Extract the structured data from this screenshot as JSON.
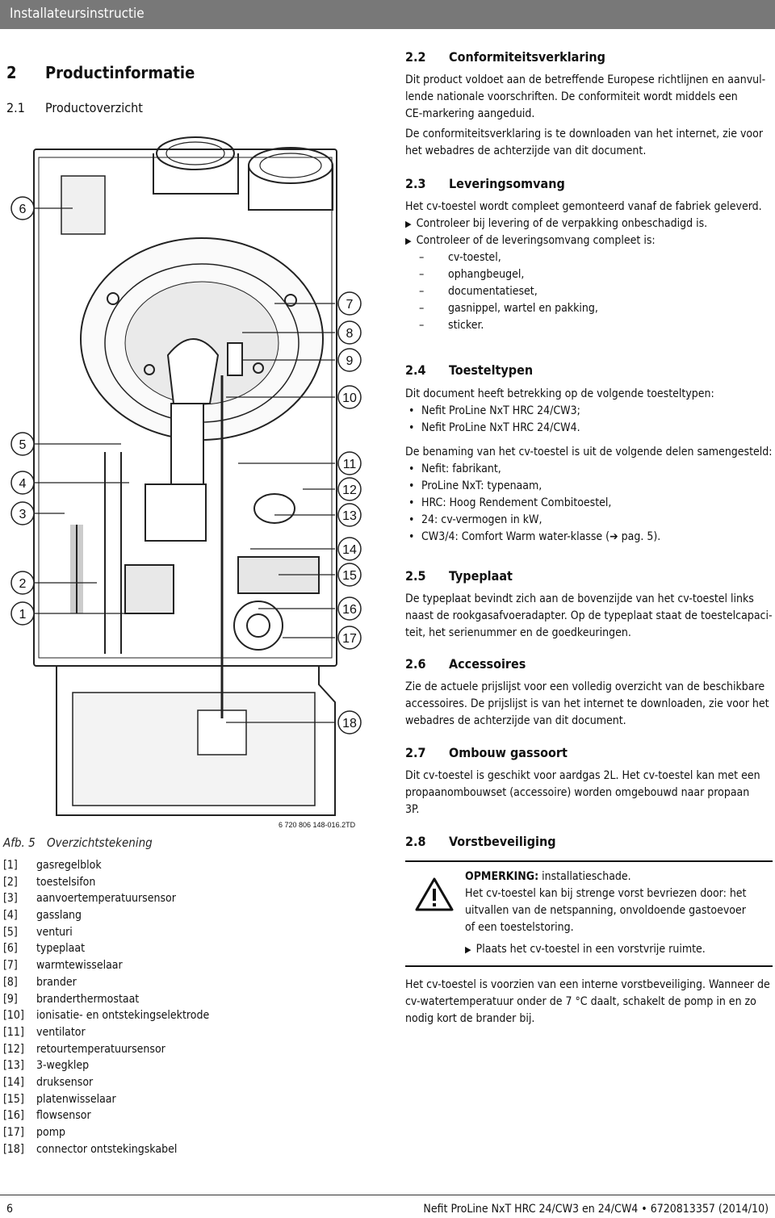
{
  "header": {
    "title": "Installateursinstructie"
  },
  "left": {
    "h1_num": "2",
    "h1_title": "Productinformatie",
    "h2_num": "2.1",
    "h2_title": "Productoverzicht",
    "figure": {
      "code": "6 720 806 148-016.2TD",
      "callouts_left": [
        "6",
        "5",
        "4",
        "3",
        "2",
        "1"
      ],
      "callouts_right": [
        "7",
        "8",
        "9",
        "10",
        "11",
        "12",
        "13",
        "14",
        "15",
        "16",
        "17",
        "18"
      ]
    },
    "caption_label": "Afb. 5",
    "caption_text": "Overzichtstekening",
    "legend": [
      {
        "n": "[1]",
        "t": "gasregelblok"
      },
      {
        "n": "[2]",
        "t": "toestelsifon"
      },
      {
        "n": "[3]",
        "t": "aanvoertemperatuursensor"
      },
      {
        "n": "[4]",
        "t": "gasslang"
      },
      {
        "n": "[5]",
        "t": "venturi"
      },
      {
        "n": "[6]",
        "t": "typeplaat"
      },
      {
        "n": "[7]",
        "t": "warmtewisselaar"
      },
      {
        "n": "[8]",
        "t": "brander"
      },
      {
        "n": "[9]",
        "t": "branderthermostaat"
      },
      {
        "n": "[10]",
        "t": "ionisatie- en ontstekingselektrode"
      },
      {
        "n": "[11]",
        "t": "ventilator"
      },
      {
        "n": "[12]",
        "t": "retourtemperatuursensor"
      },
      {
        "n": "[13]",
        "t": "3-wegklep"
      },
      {
        "n": "[14]",
        "t": "druksensor"
      },
      {
        "n": "[15]",
        "t": "platenwisselaar"
      },
      {
        "n": "[16]",
        "t": "flowsensor"
      },
      {
        "n": "[17]",
        "t": "pomp"
      },
      {
        "n": "[18]",
        "t": "connector ontstekingskabel"
      }
    ]
  },
  "s22": {
    "num": "2.2",
    "title": "Conformiteitsverklaring",
    "p1": [
      "Dit product voldoet aan de betreffende Europese richtlijnen en aanvul-",
      "lende nationale voorschriften. De conformiteit wordt middels een",
      "CE-markering aangeduid."
    ],
    "p2": [
      "De conformiteitsverklaring is te downloaden van het internet, zie voor",
      "het webadres de achterzijde van dit document."
    ]
  },
  "s23": {
    "num": "2.3",
    "title": "Leveringsomvang",
    "p1": "Het cv-toestel wordt compleet gemonteerd vanaf de fabriek geleverd.",
    "step1": "Controleer bij levering of de verpakking onbeschadigd is.",
    "step2": "Controleer of de leveringsomvang compleet is:",
    "items": [
      "cv-toestel,",
      "ophangbeugel,",
      "documentatieset,",
      "gasnippel, wartel en pakking,",
      "sticker."
    ]
  },
  "s24": {
    "num": "2.4",
    "title": "Toesteltypen",
    "p1": "Dit document heeft betrekking op de volgende toesteltypen:",
    "types": [
      "Nefit ProLine NxT HRC 24/CW3;",
      "Nefit ProLine NxT HRC 24/CW4."
    ],
    "p2": "De benaming van het cv-toestel is uit de volgende delen samengesteld:",
    "parts": [
      "Nefit: fabrikant,",
      "ProLine NxT: typenaam,",
      "HRC: Hoog Rendement Combitoestel,",
      "24: cv-vermogen in kW,",
      "CW3/4: Comfort Warm water-klasse (➔ pag. 5)."
    ]
  },
  "s25": {
    "num": "2.5",
    "title": "Typeplaat",
    "p1": [
      "De typeplaat bevindt zich aan de bovenzijde van het cv-toestel links",
      "naast de rookgasafvoeradapter. Op de typeplaat staat de toestelcapaci-",
      "teit, het serienummer en de goedkeuringen."
    ]
  },
  "s26": {
    "num": "2.6",
    "title": "Accessoires",
    "p1": [
      "Zie de actuele prijslijst voor een volledig overzicht van de beschikbare",
      "accessoires. De prijslijst is van het internet te downloaden, zie voor het",
      "webadres de achterzijde van dit document."
    ]
  },
  "s27": {
    "num": "2.7",
    "title": "Ombouw gassoort",
    "p1": [
      "Dit cv-toestel is geschikt voor aardgas 2L. Het cv-toestel kan met een",
      "propaanombouwset (accessoire) worden omgebouwd naar propaan",
      "3P."
    ]
  },
  "s28": {
    "num": "2.8",
    "title": "Vorstbeveiliging",
    "note_label": "OPMERKING:",
    "note_label_rest": " installatieschade.",
    "note_lines": [
      "Het cv-toestel kan bij strenge vorst bevriezen door: het",
      "uitvallen van de netspanning, onvoldoende gastoevoer",
      "of een toestelstoring."
    ],
    "note_step": "Plaats het cv-toestel in een vorstvrije ruimte.",
    "p1": [
      "Het cv-toestel is voorzien van een interne vorstbeveiliging. Wanneer de",
      "cv-watertemperatuur onder de 7 °C daalt, schakelt de pomp in en zo",
      "nodig kort de brander bij."
    ]
  },
  "footer": {
    "page": "6",
    "doc": "Nefit ProLine NxT HRC 24/CW3 en 24/CW4 • 6720813357 (2014/10)"
  }
}
